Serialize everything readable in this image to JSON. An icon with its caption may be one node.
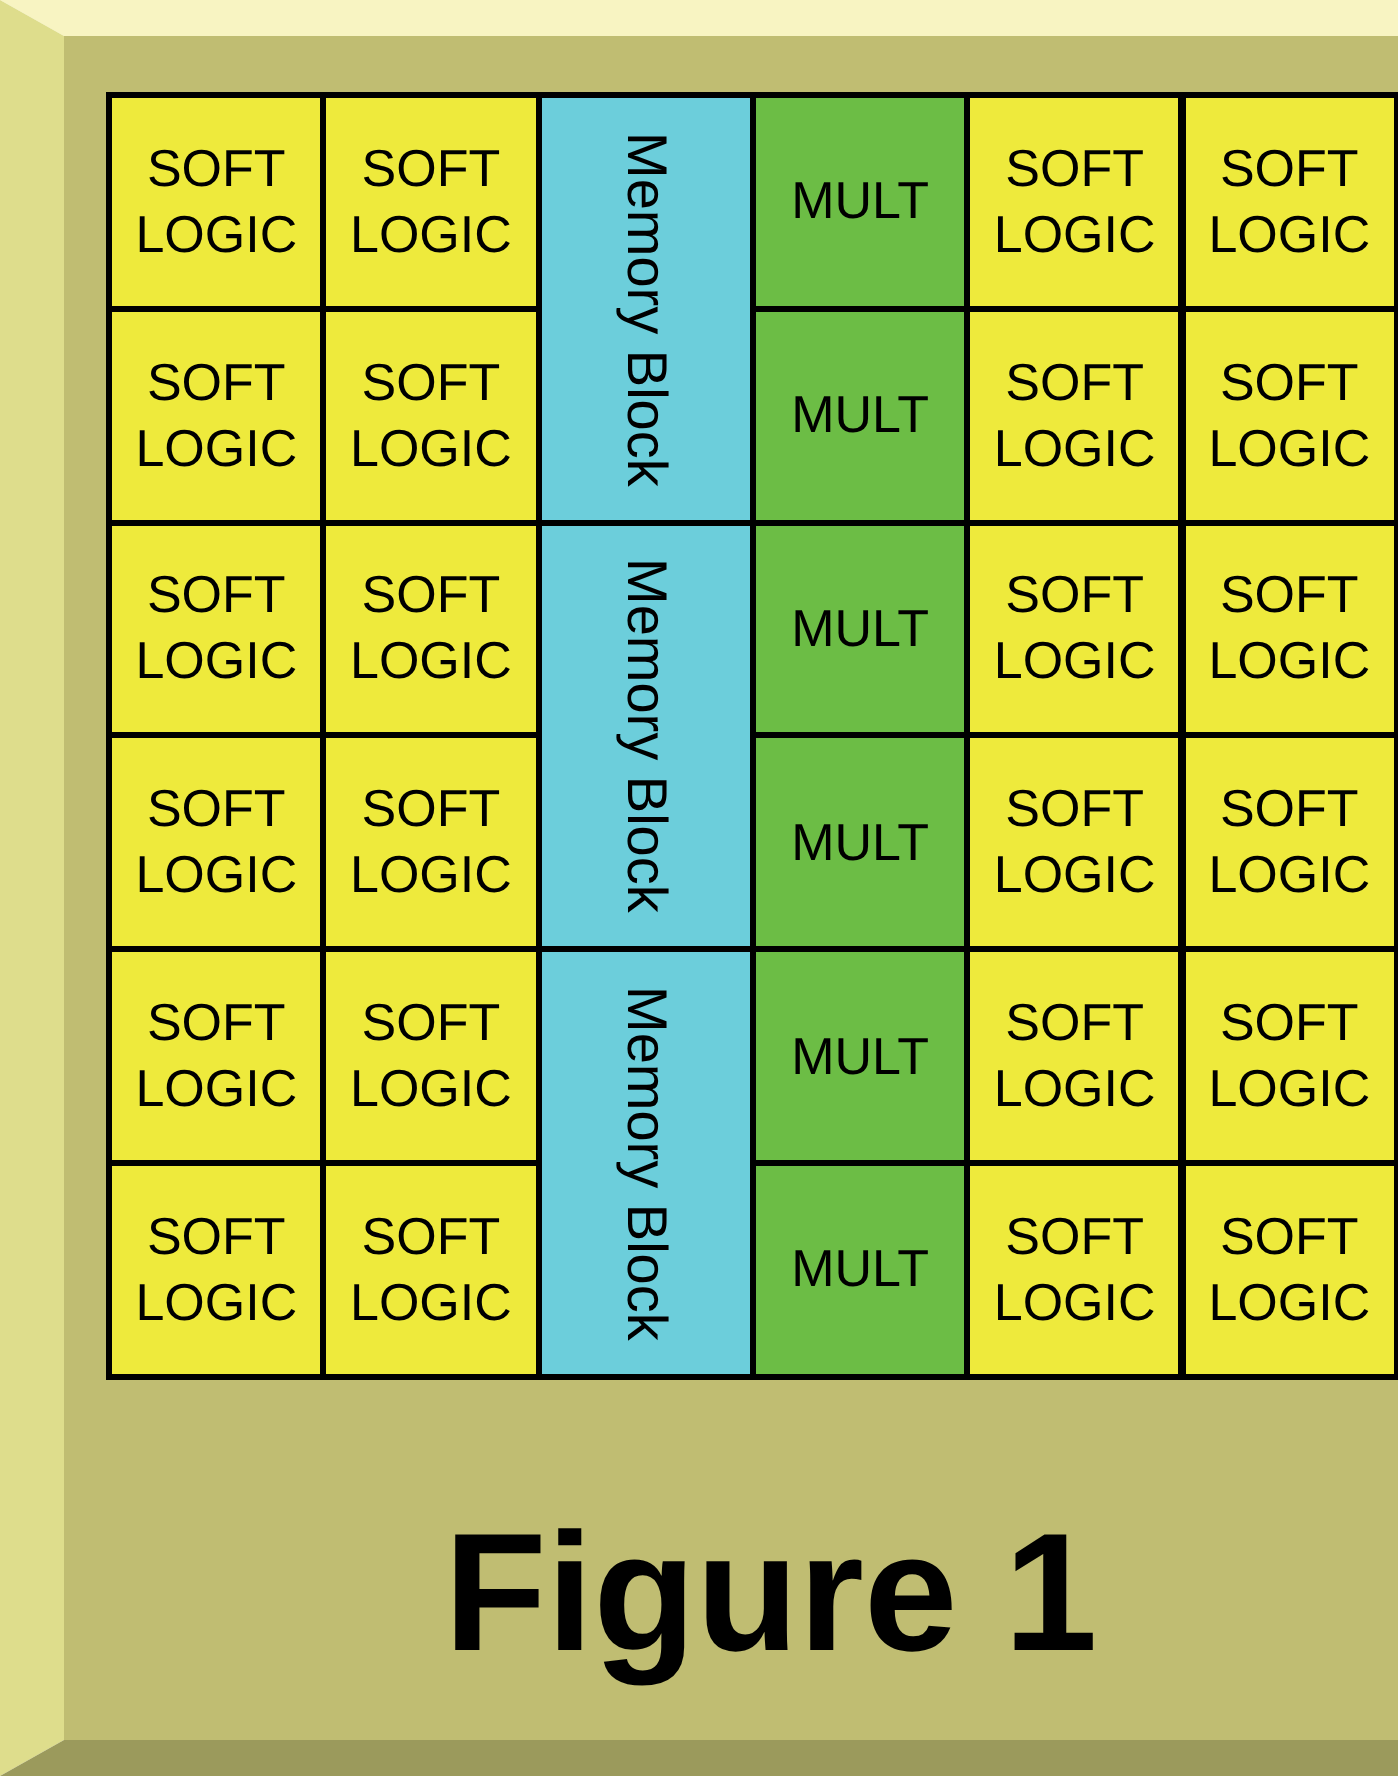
{
  "diagram": {
    "nodes": [
      {
        "text": [
          "Figure 1"
        ]
      },
      {
        "text": [
          "SOFT LOGIC"
        ],
        "in": 0
      },
      {
        "text": [
          "SOFT LOGIC"
        ],
        "in": 0
      },
      {
        "text": [
          "Memory Block"
        ],
        "in": 0
      },
      {
        "text": [
          "MULT"
        ],
        "in": 0
      },
      {
        "text": [
          "SOFT LOGIC"
        ],
        "in": 0
      },
      {
        "text": [
          "SOFT LOGIC"
        ],
        "in": 0
      },
      {
        "text": [
          "SOFT LOGIC"
        ],
        "in": 0
      },
      {
        "text": [
          "SOFT LOGIC"
        ],
        "in": 0
      },
      {
        "text": [
          "MULT"
        ],
        "in": 0
      },
      {
        "text": [
          "SOFT LOGIC"
        ],
        "in": 0
      },
      {
        "text": [
          "SOFT LOGIC"
        ],
        "in": 0
      },
      {
        "text": [
          "SOFT LOGIC"
        ],
        "in": 0
      },
      {
        "text": [
          "SOFT LOGIC"
        ],
        "in": 0
      },
      {
        "text": [
          "Memory Block"
        ],
        "in": 0
      },
      {
        "text": [
          "MULT"
        ],
        "in": 0
      },
      {
        "text": [
          "SOFT LOGIC"
        ],
        "in": 0
      },
      {
        "text": [
          "SOFT LOGIC"
        ],
        "in": 0
      },
      {
        "text": [
          "SOFT LOGIC"
        ],
        "in": 0
      },
      {
        "text": [
          "SOFT LOGIC"
        ],
        "in": 0
      },
      {
        "text": [
          "MULT"
        ],
        "in": 0
      },
      {
        "text": [
          "SOFT LOGIC"
        ],
        "in": 0
      },
      {
        "text": [
          "SOFT LOGIC"
        ],
        "in": 0
      },
      {
        "text": [
          "SOFT LOGIC"
        ],
        "in": 0
      },
      {
        "text": [
          "SOFT LOGIC"
        ],
        "in": 0
      },
      {
        "text": [
          "Memory Block"
        ],
        "in": 0
      },
      {
        "text": [
          "MULT"
        ],
        "in": 0
      },
      {
        "text": [
          "SOFT LOGIC"
        ],
        "in": 0
      },
      {
        "text": [
          "SOFT LOGIC"
        ],
        "in": 0
      },
      {
        "text": [
          "SOFT LOGIC"
        ],
        "in": 0
      },
      {
        "text": [
          "SOFT LOGIC"
        ],
        "in": 0
      },
      {
        "text": [
          "MULT"
        ],
        "in": 0
      },
      {
        "text": [
          "SOFT LOGIC"
        ],
        "in": 0
      },
      {
        "text": [
          "SOFT LOGIC"
        ],
        "in": 0
      }
    ]
  }
}
